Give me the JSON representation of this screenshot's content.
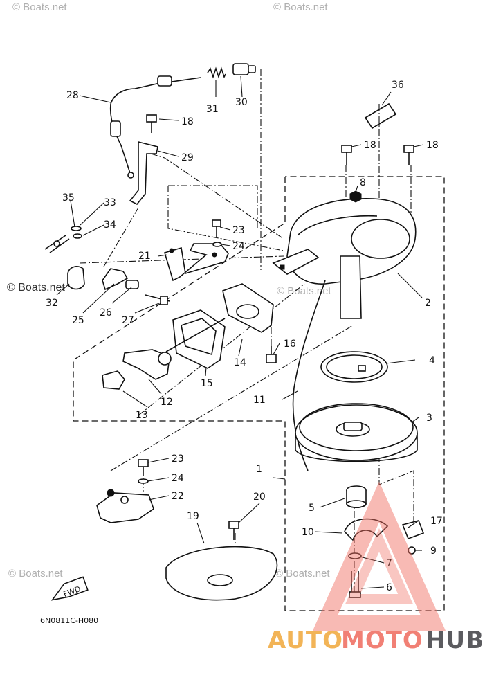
{
  "diagram": {
    "drawing_code": "6N0811C-H080",
    "fwd_label": "FWD",
    "watermarks": [
      "© Boats.net",
      "© Boats.net",
      "© Boats.net",
      "© Boats.net",
      "© Boats.net",
      "© Boats.net"
    ],
    "side_watermark": "© Boats.net",
    "logo": {
      "auto": "AUTO",
      "moto": "MOTO",
      "hub": "HUB",
      "color_auto": "#f0a73a",
      "color_moto": "#ef6b5e",
      "color_hub": "#3f3f44"
    }
  },
  "callouts": {
    "c1": "1",
    "c2": "2",
    "c3": "3",
    "c4": "4",
    "c5": "5",
    "c6": "6",
    "c7": "7",
    "c8": "8",
    "c9": "9",
    "c10": "10",
    "c11": "11",
    "c12": "12",
    "c13": "13",
    "c14": "14",
    "c15": "15",
    "c16": "16",
    "c17": "17",
    "c18a": "18",
    "c18b": "18",
    "c18c": "18",
    "c19": "19",
    "c20": "20",
    "c21": "21",
    "c22": "22",
    "c23a": "23",
    "c23b": "23",
    "c24a": "24",
    "c24b": "24",
    "c25": "25",
    "c26": "26",
    "c27": "27",
    "c28": "28",
    "c29": "29",
    "c30": "30",
    "c31": "31",
    "c32": "32",
    "c33": "33",
    "c34": "34",
    "c35": "35",
    "c36": "36"
  }
}
